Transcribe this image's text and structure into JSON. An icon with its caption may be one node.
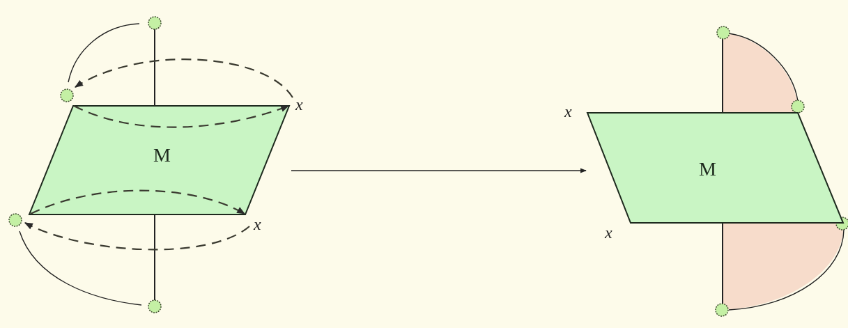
{
  "diagram": {
    "nodes": [
      {
        "text": [
          "M"
        ]
      },
      {
        "text": [
          "M"
        ]
      }
    ],
    "edges": [
      {
        "from": 0,
        "to": 1,
        "arrow": "to"
      }
    ],
    "labels": [
      "x",
      "x",
      "x",
      "x"
    ]
  }
}
